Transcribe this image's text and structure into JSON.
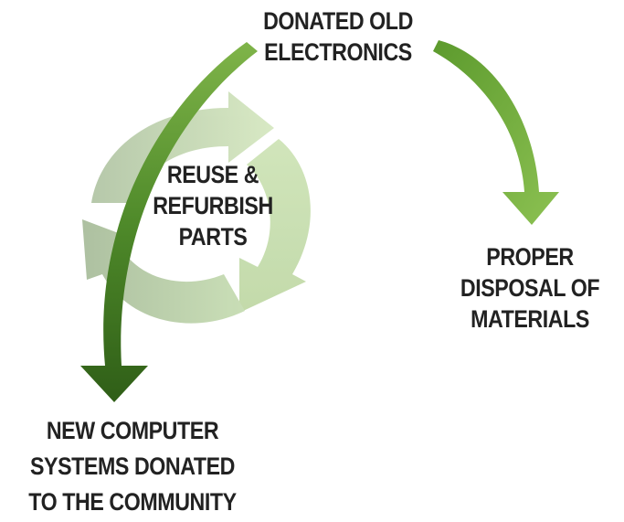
{
  "nodes": {
    "donated": {
      "lines": [
        "DONATED OLD",
        "ELECTRONICS"
      ]
    },
    "reuse": {
      "lines": [
        "REUSE &",
        "REFURBISH",
        "PARTS"
      ]
    },
    "proper": {
      "lines": [
        "PROPER",
        "DISPOSAL OF",
        "MATERIALS"
      ]
    },
    "new_systems": {
      "lines": [
        "NEW COMPUTER",
        "SYSTEMS DONATED",
        "TO THE COMMUNITY"
      ]
    }
  },
  "colors": {
    "text": "#222222",
    "arrow_dark": "#3a6b1e",
    "arrow_mid": "#5f9a2e",
    "arrow_light": "#8cc152",
    "cycle_gray": "#b9c9ae",
    "cycle_light": "#d3e6bf"
  },
  "icons": {
    "cycle": "recycle-cycle-arrows",
    "flow_down_left": "curved-arrow-down-left",
    "flow_down_right": "curved-arrow-down-right"
  }
}
